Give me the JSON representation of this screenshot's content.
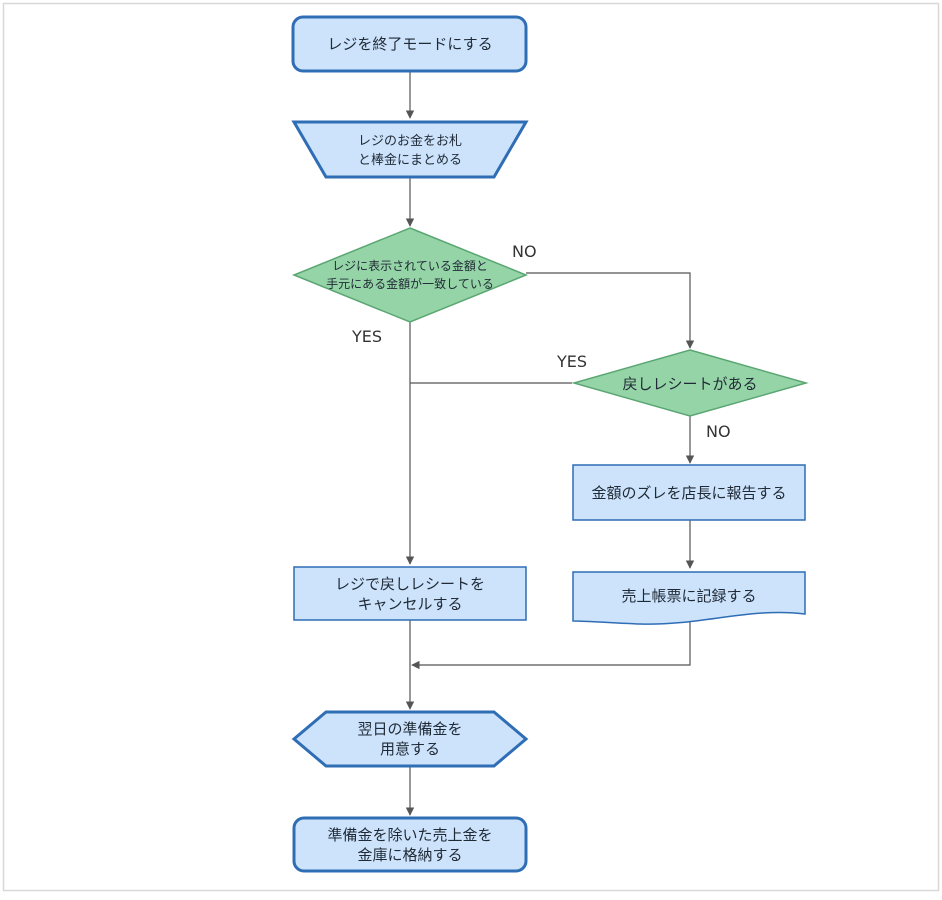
{
  "nodes": {
    "start": {
      "lines": [
        "レジを終了モードにする"
      ]
    },
    "collect": {
      "lines": [
        "レジのお金をお札",
        "と棒金にまとめる"
      ]
    },
    "check_amount": {
      "lines": [
        "レジに表示されている金額と",
        "手元にある金額が一致している"
      ]
    },
    "refund_receipt": {
      "lines": [
        "戻しレシートがある"
      ]
    },
    "report": {
      "lines": [
        "金額のズレを店長に報告する"
      ]
    },
    "record": {
      "lines": [
        "売上帳票に記録する"
      ]
    },
    "cancel_refund": {
      "lines": [
        "レジで戻しレシートを",
        "キャンセルする"
      ]
    },
    "prepare": {
      "lines": [
        "翌日の準備金を",
        "用意する"
      ]
    },
    "store": {
      "lines": [
        "準備金を除いた売上金を",
        "金庫に格納する"
      ]
    }
  },
  "edge_labels": {
    "check_no": "NO",
    "check_yes": "YES",
    "refund_yes": "YES",
    "refund_no": "NO"
  },
  "colors": {
    "process_fill": "#cce3fb",
    "process_stroke": "#2f6db5",
    "decision_fill": "#95d4a6",
    "decision_stroke": "#5aa673",
    "edge": "#555555",
    "frame": "#d8d8d8"
  }
}
